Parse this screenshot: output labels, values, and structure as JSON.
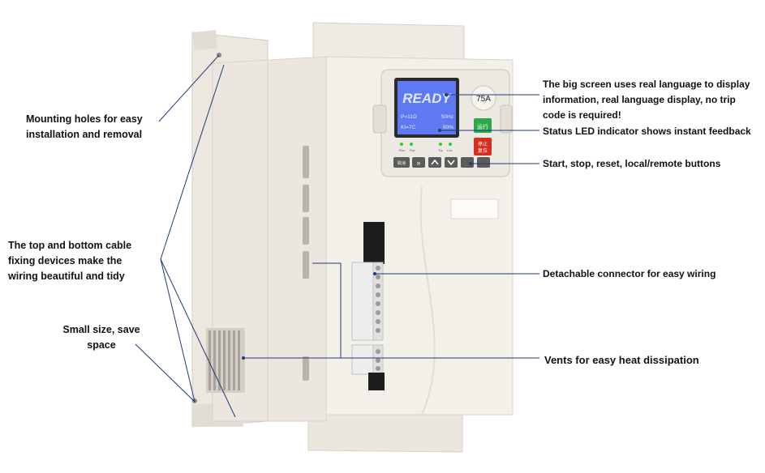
{
  "callouts": {
    "mounting_holes": "Mounting holes for easy installation and removal",
    "cable_fixing": "The top and bottom cable fixing devices make the wiring beautiful and tidy",
    "small_size": "Small size, save space",
    "big_screen": "The big screen uses real language to display information, real language display, no trip code is required!",
    "status_led": "Status LED indicator shows instant feedback",
    "buttons": "Start, stop, reset, local/remote buttons",
    "connector": "Detachable connector for easy wiring",
    "vents": "Vents for easy heat dissipation"
  },
  "device": {
    "screen_main": "READY",
    "screen_line1_left": "P=11Ω",
    "screen_line1_right": "50Hz",
    "screen_line2_left": "Kt=7C",
    "screen_line2_right": "80%",
    "led_left_1": "Run",
    "led_left_2": "Fwr",
    "led_right_1": "Trp",
    "led_right_2": "Loc",
    "rating_badge": "75A",
    "run_button": "运行",
    "stop_button_1": "停止",
    "stop_button_2": "复位",
    "cancel_button": "取消"
  },
  "colors": {
    "body": "#f3f0ea",
    "screen": "#5f79f2",
    "run_green": "#2aa84a",
    "stop_red": "#d5301f",
    "leader_line": "#1f3a78"
  }
}
